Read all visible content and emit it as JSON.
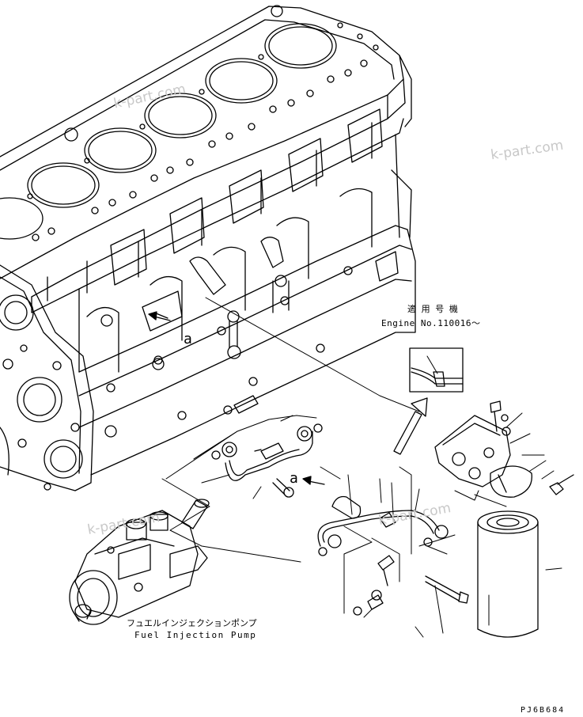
{
  "watermark": "k-part.com",
  "callout_a": "a",
  "applicable": {
    "jp": "適 用 号 機",
    "en": "Engine No.110016～"
  },
  "pump": {
    "jp": "フュエルインジェクションポンプ",
    "en": "Fuel Injection Pump"
  },
  "drawing_code": "PJ6B684"
}
